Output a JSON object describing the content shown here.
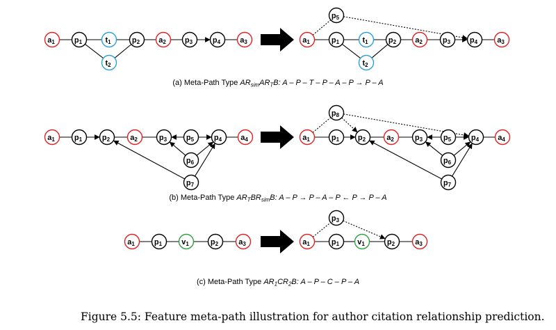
{
  "colors": {
    "author": "#e02020",
    "paper": "#000000",
    "term": "#2a9fd6",
    "venue": "#2e9e3e"
  },
  "panels": [
    {
      "id": "a",
      "caption": {
        "prefix": "(a) Meta-Path Type ",
        "type_parts": [
          [
            "AR",
            ""
          ],
          [
            "sim",
            "sub"
          ],
          [
            "AR",
            ""
          ],
          [
            "T",
            "sub"
          ],
          [
            "B",
            ""
          ]
        ],
        "suffix": ": A – P – T – P – A – P → P – A"
      },
      "left": {
        "nodes": [
          {
            "id": "a1",
            "base": "a",
            "sub": "1",
            "kind": "author"
          },
          {
            "id": "p1",
            "base": "p",
            "sub": "1",
            "kind": "paper"
          },
          {
            "id": "t1",
            "base": "t",
            "sub": "1",
            "kind": "term"
          },
          {
            "id": "p2",
            "base": "p",
            "sub": "2",
            "kind": "paper"
          },
          {
            "id": "a2",
            "base": "a",
            "sub": "2",
            "kind": "author"
          },
          {
            "id": "p3",
            "base": "p",
            "sub": "3",
            "kind": "paper"
          },
          {
            "id": "p4",
            "base": "p",
            "sub": "4",
            "kind": "paper"
          },
          {
            "id": "a3",
            "base": "a",
            "sub": "3",
            "kind": "author"
          },
          {
            "id": "t2",
            "base": "t",
            "sub": "2",
            "kind": "term"
          }
        ],
        "edges": [
          [
            "a1",
            "p1",
            "line"
          ],
          [
            "p1",
            "t1",
            "line"
          ],
          [
            "t1",
            "p2",
            "line"
          ],
          [
            "p2",
            "a2",
            "line"
          ],
          [
            "a2",
            "p3",
            "line"
          ],
          [
            "p3",
            "p4",
            "arrow"
          ],
          [
            "p4",
            "a3",
            "line"
          ],
          [
            "p1",
            "t2",
            "line"
          ],
          [
            "t2",
            "p2",
            "line"
          ]
        ]
      },
      "right": {
        "nodes": [
          {
            "id": "a1",
            "base": "a",
            "sub": "1",
            "kind": "author"
          },
          {
            "id": "p1",
            "base": "p",
            "sub": "1",
            "kind": "paper"
          },
          {
            "id": "t1",
            "base": "t",
            "sub": "1",
            "kind": "term"
          },
          {
            "id": "p2",
            "base": "p",
            "sub": "2",
            "kind": "paper"
          },
          {
            "id": "a2",
            "base": "a",
            "sub": "2",
            "kind": "author"
          },
          {
            "id": "p3",
            "base": "p",
            "sub": "3",
            "kind": "paper"
          },
          {
            "id": "p4",
            "base": "p",
            "sub": "4",
            "kind": "paper"
          },
          {
            "id": "a3",
            "base": "a",
            "sub": "3",
            "kind": "author"
          },
          {
            "id": "t2",
            "base": "t",
            "sub": "2",
            "kind": "term"
          },
          {
            "id": "p5",
            "base": "p",
            "sub": "5",
            "kind": "paper"
          }
        ],
        "edges": [
          [
            "a1",
            "p1",
            "line"
          ],
          [
            "p1",
            "t1",
            "line"
          ],
          [
            "t1",
            "p2",
            "line"
          ],
          [
            "p2",
            "a2",
            "line"
          ],
          [
            "a2",
            "p3",
            "line"
          ],
          [
            "p3",
            "p4",
            "arrow"
          ],
          [
            "p4",
            "a3",
            "line"
          ],
          [
            "p1",
            "t2",
            "line"
          ],
          [
            "t2",
            "p2",
            "line"
          ],
          [
            "a1",
            "p5",
            "dotted"
          ],
          [
            "p5",
            "p4",
            "dotted-arrow"
          ]
        ]
      }
    },
    {
      "id": "b",
      "caption": {
        "prefix": "(b) Meta-Path Type ",
        "type_parts": [
          [
            "AR",
            ""
          ],
          [
            "T",
            "sub"
          ],
          [
            "BR",
            ""
          ],
          [
            "sim",
            "sub"
          ],
          [
            "B",
            ""
          ]
        ],
        "suffix": ": A – P → P – A – P ← P → P – A"
      },
      "left": {
        "nodes": [
          {
            "id": "a1",
            "base": "a",
            "sub": "1",
            "kind": "author"
          },
          {
            "id": "p1",
            "base": "p",
            "sub": "1",
            "kind": "paper"
          },
          {
            "id": "p2",
            "base": "p",
            "sub": "2",
            "kind": "paper"
          },
          {
            "id": "a2",
            "base": "a",
            "sub": "2",
            "kind": "author"
          },
          {
            "id": "p3",
            "base": "p",
            "sub": "3",
            "kind": "paper"
          },
          {
            "id": "p5",
            "base": "p",
            "sub": "5",
            "kind": "paper"
          },
          {
            "id": "p4",
            "base": "p",
            "sub": "4",
            "kind": "paper"
          },
          {
            "id": "a4",
            "base": "a",
            "sub": "4",
            "kind": "author"
          },
          {
            "id": "p6",
            "base": "p",
            "sub": "6",
            "kind": "paper"
          },
          {
            "id": "p7",
            "base": "p",
            "sub": "7",
            "kind": "paper"
          }
        ],
        "edges": [
          [
            "a1",
            "p1",
            "line"
          ],
          [
            "p1",
            "p2",
            "arrow"
          ],
          [
            "p2",
            "a2",
            "line"
          ],
          [
            "a2",
            "p3",
            "line"
          ],
          [
            "p5",
            "p3",
            "arrow"
          ],
          [
            "p5",
            "p4",
            "arrow"
          ],
          [
            "p4",
            "a4",
            "line"
          ],
          [
            "p6",
            "p3",
            "arrow"
          ],
          [
            "p6",
            "p4",
            "arrow"
          ],
          [
            "p7",
            "p4",
            "arrow"
          ],
          [
            "p7",
            "p2",
            "arrow"
          ]
        ]
      },
      "right": {
        "nodes": [
          {
            "id": "a1",
            "base": "a",
            "sub": "1",
            "kind": "author"
          },
          {
            "id": "p1",
            "base": "p",
            "sub": "1",
            "kind": "paper"
          },
          {
            "id": "p2",
            "base": "p",
            "sub": "2",
            "kind": "paper"
          },
          {
            "id": "a2",
            "base": "a",
            "sub": "2",
            "kind": "author"
          },
          {
            "id": "p3",
            "base": "p",
            "sub": "3",
            "kind": "paper"
          },
          {
            "id": "p5",
            "base": "p",
            "sub": "5",
            "kind": "paper"
          },
          {
            "id": "p4",
            "base": "p",
            "sub": "4",
            "kind": "paper"
          },
          {
            "id": "a4",
            "base": "a",
            "sub": "4",
            "kind": "author"
          },
          {
            "id": "p6",
            "base": "p",
            "sub": "6",
            "kind": "paper"
          },
          {
            "id": "p7",
            "base": "p",
            "sub": "7",
            "kind": "paper"
          },
          {
            "id": "p8",
            "base": "p",
            "sub": "8",
            "kind": "paper"
          }
        ],
        "edges": [
          [
            "a1",
            "p1",
            "line"
          ],
          [
            "p1",
            "p2",
            "arrow"
          ],
          [
            "p2",
            "a2",
            "line"
          ],
          [
            "a2",
            "p3",
            "line"
          ],
          [
            "p5",
            "p3",
            "arrow"
          ],
          [
            "p5",
            "p4",
            "arrow"
          ],
          [
            "p4",
            "a4",
            "line"
          ],
          [
            "p6",
            "p3",
            "arrow"
          ],
          [
            "p6",
            "p4",
            "arrow"
          ],
          [
            "p7",
            "p4",
            "arrow"
          ],
          [
            "p7",
            "p2",
            "arrow"
          ],
          [
            "a1",
            "p8",
            "dotted"
          ],
          [
            "p8",
            "p2",
            "dotted-arrow"
          ],
          [
            "p8",
            "p4",
            "dotted-arrow"
          ]
        ]
      }
    },
    {
      "id": "c",
      "caption": {
        "prefix": "(c) Meta-Path Type ",
        "type_parts": [
          [
            "AR",
            ""
          ],
          [
            "1",
            "sub"
          ],
          [
            "CR",
            ""
          ],
          [
            "2",
            "sub"
          ],
          [
            "B",
            ""
          ]
        ],
        "suffix": ": A – P – C – P – A"
      },
      "left": {
        "nodes": [
          {
            "id": "a1",
            "base": "a",
            "sub": "1",
            "kind": "author"
          },
          {
            "id": "p1",
            "base": "p",
            "sub": "1",
            "kind": "paper"
          },
          {
            "id": "v1",
            "base": "v",
            "sub": "1",
            "kind": "venue"
          },
          {
            "id": "p2",
            "base": "p",
            "sub": "2",
            "kind": "paper"
          },
          {
            "id": "a3",
            "base": "a",
            "sub": "3",
            "kind": "author"
          }
        ],
        "edges": [
          [
            "a1",
            "p1",
            "line"
          ],
          [
            "p1",
            "v1",
            "line"
          ],
          [
            "v1",
            "p2",
            "line"
          ],
          [
            "p2",
            "a3",
            "line"
          ]
        ]
      },
      "right": {
        "nodes": [
          {
            "id": "a1",
            "base": "a",
            "sub": "1",
            "kind": "author"
          },
          {
            "id": "p1",
            "base": "p",
            "sub": "1",
            "kind": "paper"
          },
          {
            "id": "v1",
            "base": "v",
            "sub": "1",
            "kind": "venue"
          },
          {
            "id": "p2",
            "base": "p",
            "sub": "2",
            "kind": "paper"
          },
          {
            "id": "a3",
            "base": "a",
            "sub": "3",
            "kind": "author"
          },
          {
            "id": "p3",
            "base": "p",
            "sub": "3",
            "kind": "paper"
          }
        ],
        "edges": [
          [
            "a1",
            "p1",
            "line"
          ],
          [
            "p1",
            "v1",
            "line"
          ],
          [
            "v1",
            "p2",
            "line"
          ],
          [
            "p2",
            "a3",
            "line"
          ],
          [
            "a1",
            "p3",
            "dotted"
          ],
          [
            "p3",
            "p2",
            "dotted-arrow"
          ]
        ]
      }
    }
  ],
  "figure_caption": "Figure 5.5: Feature meta-path illustration for author citation relationship prediction."
}
